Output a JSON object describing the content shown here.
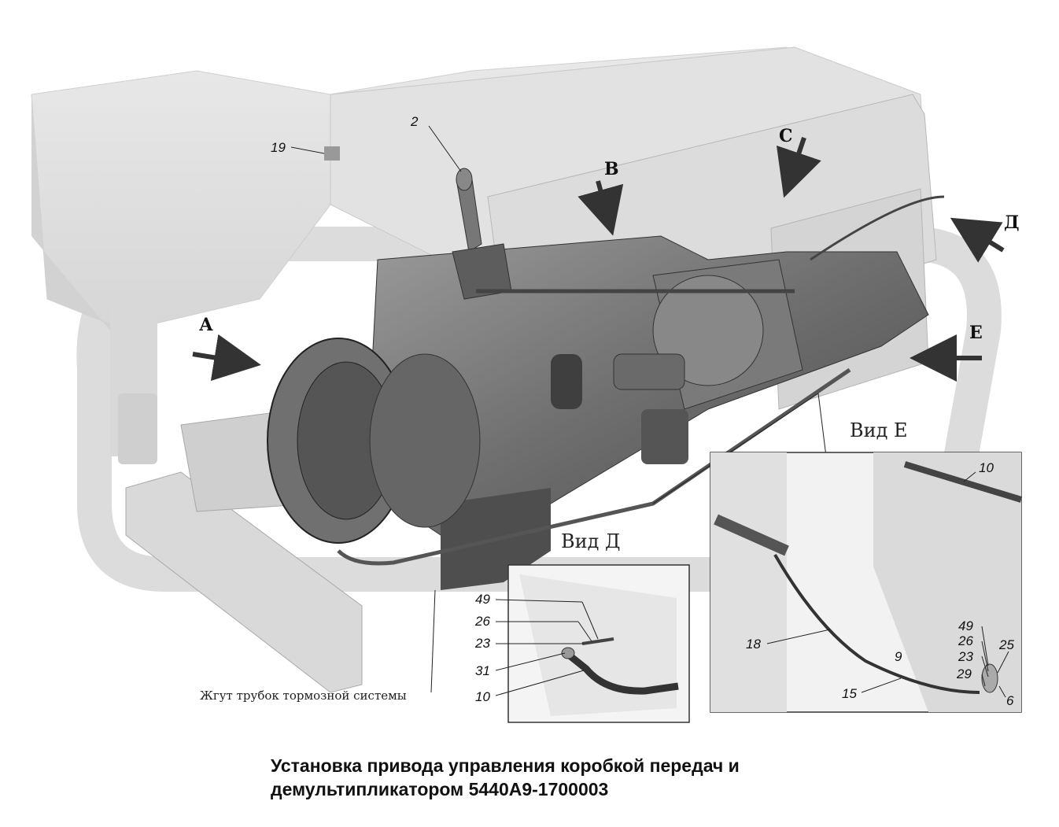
{
  "title": {
    "line1": "Установка привода управления коробкой передач и",
    "line2": "демультипликатором 5440А9-1700003"
  },
  "view_letters": {
    "a": "А",
    "b": "В",
    "c": "С",
    "d": "Д",
    "e": "Е"
  },
  "insets": {
    "view_d": "Вид Д",
    "view_e": "Вид Е"
  },
  "note": "Жгут трубок тормозной системы",
  "callouts_main": {
    "c2": "2",
    "c19": "19"
  },
  "callouts_view_d": {
    "c49": "49",
    "c26": "26",
    "c23": "23",
    "c31": "31",
    "c10": "10"
  },
  "callouts_view_e": {
    "c10": "10",
    "c18": "18",
    "c9": "9",
    "c15": "15",
    "c49": "49",
    "c26": "26",
    "c23": "23",
    "c29": "29",
    "c25": "25",
    "c6": "6"
  },
  "colors": {
    "watermark": "#d9d9d9",
    "frame_light": "#e6e6e6",
    "engine_dark": "#5a5a5a",
    "engine_mid": "#8a8a8a",
    "line": "#222222"
  }
}
